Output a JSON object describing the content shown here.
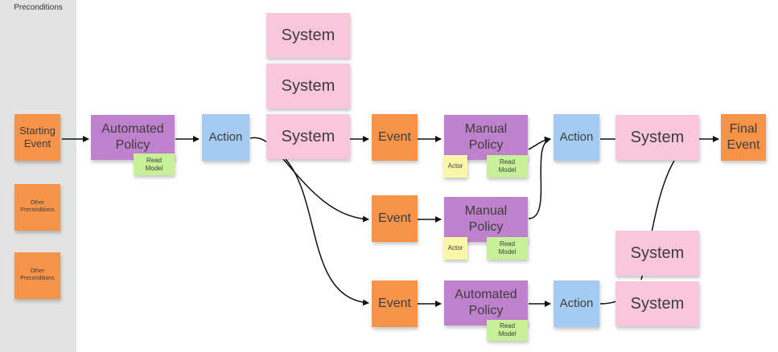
{
  "lane": {
    "title": "Preconditions"
  },
  "notes": {
    "starting_event": "Starting Event",
    "other_preconditions_1": "Other Preconditions",
    "other_preconditions_2": "Other Preconditions",
    "automated_policy_1": "Automated Policy",
    "read_model_1": "Read Model",
    "action_1": "Action",
    "system_top_1": "System",
    "system_top_2": "System",
    "system_main": "System",
    "event_1": "Event",
    "manual_policy_1": "Manual Policy",
    "actor_1": "Actor",
    "read_model_2": "Read Model",
    "action_2": "Action",
    "system_right": "System",
    "final_event": "Final Event",
    "event_2": "Event",
    "manual_policy_2": "Manual Policy",
    "actor_2": "Actor",
    "read_model_3": "Read Model",
    "event_3": "Event",
    "automated_policy_2": "Automated Policy",
    "read_model_4": "Read Model",
    "action_3": "Action",
    "system_lower_1": "System",
    "system_lower_2": "System"
  },
  "colors": {
    "event": "#f7944a",
    "policy": "#bf80cc",
    "action": "#a6cbf2",
    "system": "#f9c6dc",
    "read_model": "#c8f099",
    "actor": "#fbf7a8"
  }
}
